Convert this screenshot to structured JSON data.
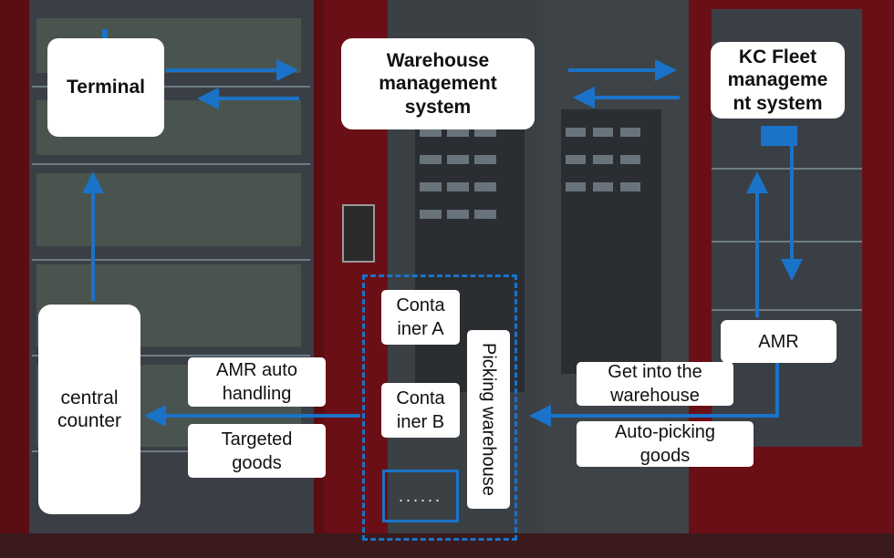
{
  "nodes": {
    "terminal": "Terminal",
    "wms": "Warehouse management system",
    "kc_fleet": "KC Fleet manageme nt system",
    "central_counter": "central counter",
    "amr": "AMR",
    "container_a": "Conta iner A",
    "container_b": "Conta iner B",
    "picking_warehouse": "Picking warehouse",
    "more_containers": "......"
  },
  "edge_labels": {
    "amr_auto_handling": "AMR auto handling",
    "targeted_goods": "Targeted goods",
    "get_into_warehouse": "Get into the warehouse",
    "auto_picking_goods": "Auto-picking goods"
  },
  "colors": {
    "arrow": "#1a73c8",
    "box": "#ffffff",
    "machine_red": "#b3121f",
    "background": "#2b2b2e"
  }
}
